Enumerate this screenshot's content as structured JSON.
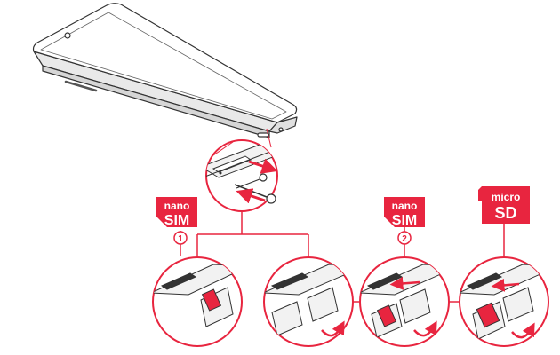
{
  "colors": {
    "accent": "#e8253f",
    "line": "#333333",
    "phone_fill": "#ffffff",
    "tray_fill": "#f2f2f2"
  },
  "cards": [
    {
      "id": "nano-sim-1",
      "top": "nano",
      "bottom": "SIM"
    },
    {
      "id": "nano-sim-2",
      "top": "nano",
      "bottom": "SIM"
    },
    {
      "id": "micro-sd",
      "top": "micro",
      "bottom": "SD"
    }
  ],
  "steps": [
    {
      "number": "1"
    },
    {
      "number": "2"
    }
  ],
  "icons": [
    "phone-illustration",
    "sim-eject-pin-icon",
    "arrow-icon",
    "rotate-arrow-icon",
    "sim-card-icon",
    "sd-card-icon"
  ]
}
